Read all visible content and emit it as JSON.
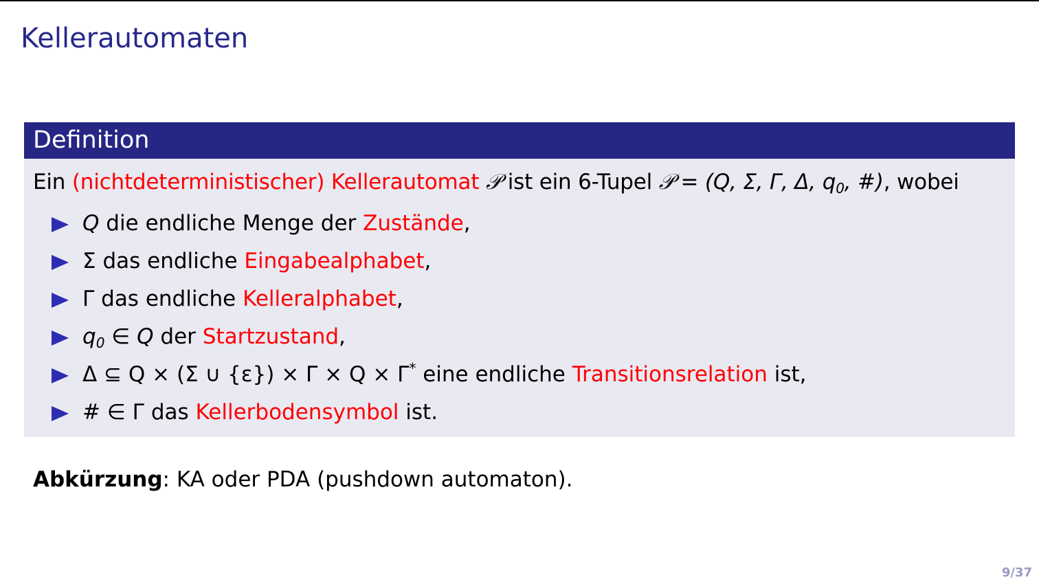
{
  "slide": {
    "title": "Kellerautomaten",
    "page_number": "9/37"
  },
  "definition_block": {
    "title": "Definition",
    "intro": {
      "t1": "Ein ",
      "t2": "(nichtdeterministischer) Kellerautomat",
      "t3": " ",
      "t4": "𝒫",
      "t5": " ist ein 6-Tupel ",
      "t6": "𝒫 = (Q, Σ, Γ, Δ, q",
      "t7": "0",
      "t8": ", #)",
      "t9": ", wobei"
    },
    "items": [
      {
        "math": "Q",
        "text": " die endliche Menge der ",
        "term": "Zustände",
        "suffix": ","
      },
      {
        "math": "Σ",
        "text": " das endliche ",
        "term": "Eingabealphabet",
        "suffix": ","
      },
      {
        "math": "Γ",
        "text": " das endliche ",
        "term": "Kelleralphabet",
        "suffix": ","
      },
      {
        "math_a": "q",
        "math_sub": "0",
        "math_b": " ∈ Q",
        "text": " der ",
        "term": "Startzustand",
        "suffix": ","
      },
      {
        "math_a": "Δ ⊆ Q × (Σ ∪ {ε}) × Γ × Q × Γ",
        "math_sup": "*",
        "text": " eine endliche ",
        "term": "Transitionsrelation",
        "suffix": " ist,"
      },
      {
        "math": "# ∈ Γ",
        "text": " das ",
        "term": "Kellerbodensymbol",
        "suffix": " ist."
      }
    ]
  },
  "abbreviation": {
    "label": "Abkürzung",
    "text": ": KA oder PDA (pushdown automaton)."
  },
  "colors": {
    "title": "#27288a",
    "block_header": "#262685",
    "block_body": "#e9e9f2",
    "highlight": "#ff0000",
    "bullet": "#2d2db2",
    "page_number": "#9999c7"
  }
}
